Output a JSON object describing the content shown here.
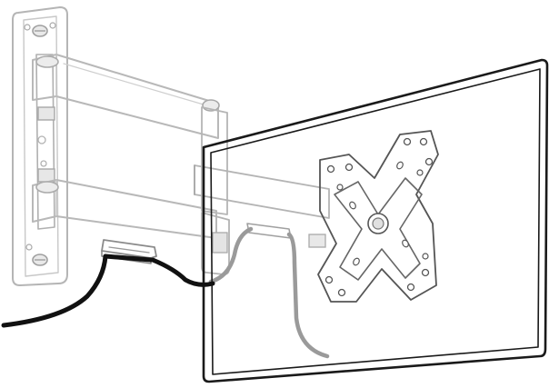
{
  "diagram": {
    "colors": {
      "background": "#ffffff",
      "ghost_line": "#b9b9b9",
      "ghost_fill": "#f4f4f4",
      "screen_line": "#1a1a1a",
      "cable_front": "#111111",
      "cable_behind": "#9a9a9a",
      "plate_line": "#555555",
      "plate_fill": "#f7f7f7"
    },
    "parts": [
      "wall-plate",
      "swing-arm-upper",
      "swing-arm-lower",
      "cable-clip",
      "tv-mount-plate",
      "tv-screen",
      "power-cable"
    ]
  }
}
